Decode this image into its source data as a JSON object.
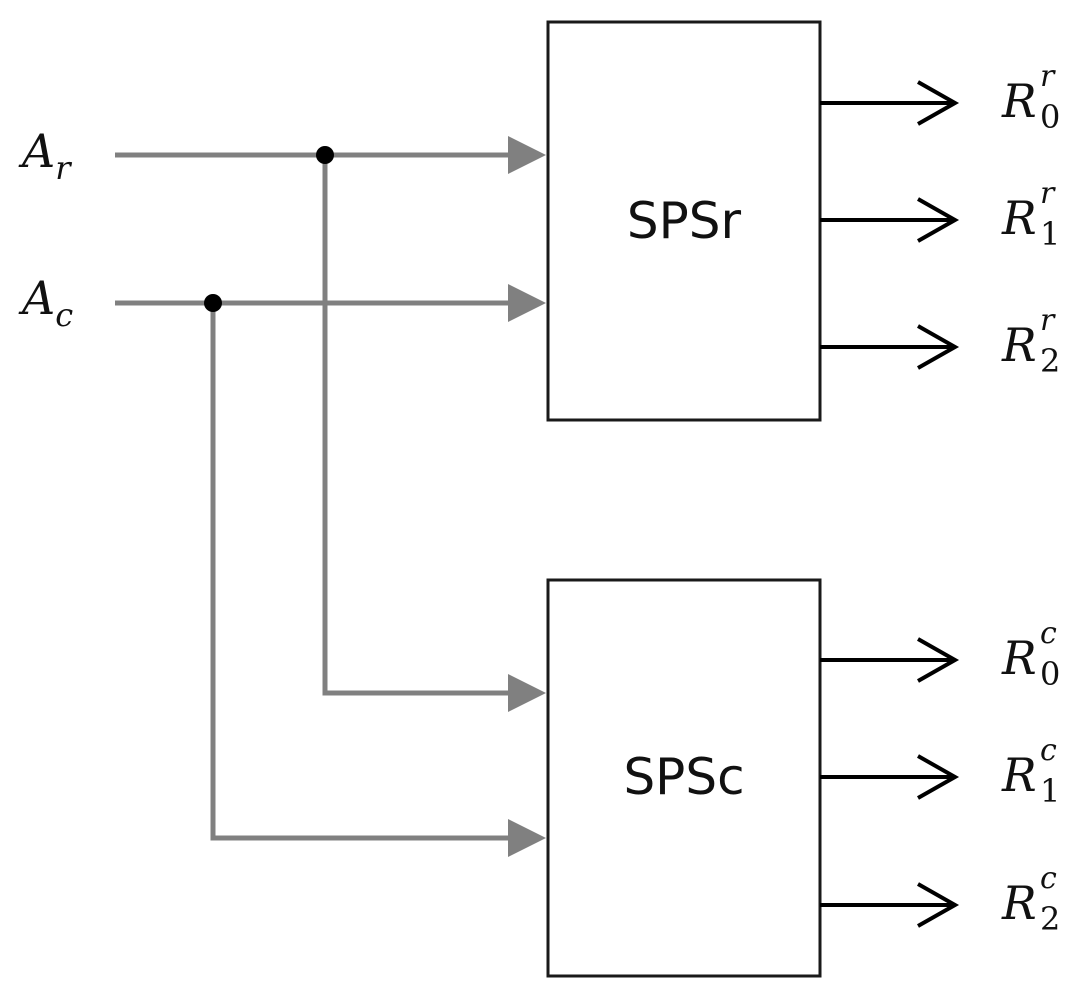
{
  "inputs": {
    "ar": {
      "base": "A",
      "sub": "r"
    },
    "ac": {
      "base": "A",
      "sub": "c"
    }
  },
  "blocks": {
    "top": {
      "label": "SPSr"
    },
    "bottom": {
      "label": "SPSc"
    }
  },
  "outputs": {
    "top": [
      {
        "base": "R",
        "sup": "r",
        "sub": "0"
      },
      {
        "base": "R",
        "sup": "r",
        "sub": "1"
      },
      {
        "base": "R",
        "sup": "r",
        "sub": "2"
      }
    ],
    "bottom": [
      {
        "base": "R",
        "sup": "c",
        "sub": "0"
      },
      {
        "base": "R",
        "sup": "c",
        "sub": "1"
      },
      {
        "base": "R",
        "sup": "c",
        "sub": "2"
      }
    ]
  },
  "colors": {
    "input_wire": "#808080",
    "output_wire": "#000000",
    "block_border": "#1a1a1a",
    "junction": "#000000"
  }
}
